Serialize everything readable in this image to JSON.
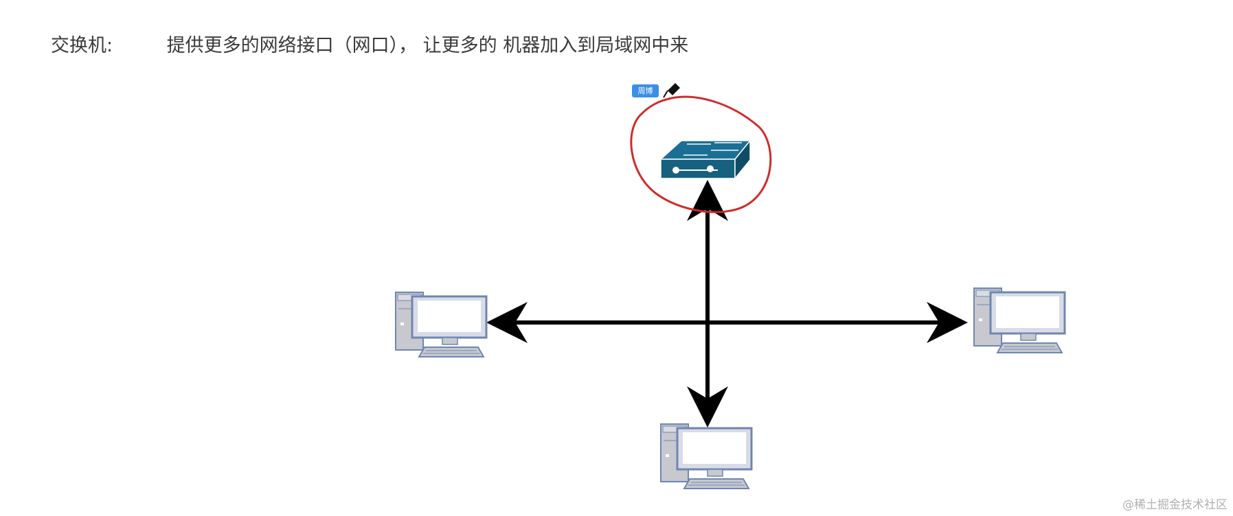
{
  "heading": {
    "term": "交换机:",
    "description": "提供更多的网络接口（网口）， 让更多的 机器加入到局域网中来"
  },
  "annotation": {
    "author_badge": "周博",
    "circle_color": "#d12a2a",
    "badge_color": "#3b8fe8"
  },
  "diagram": {
    "switch_color": "#1b6f94",
    "computer_frame_color": "#6f86b2",
    "arrow_color": "#000000",
    "nodes": [
      {
        "name": "switch",
        "icon": "network-switch-icon"
      },
      {
        "name": "computer-left",
        "icon": "desktop-computer-icon"
      },
      {
        "name": "computer-right",
        "icon": "desktop-computer-icon"
      },
      {
        "name": "computer-bottom",
        "icon": "desktop-computer-icon"
      }
    ]
  },
  "watermark": "@稀土掘金技术社区"
}
